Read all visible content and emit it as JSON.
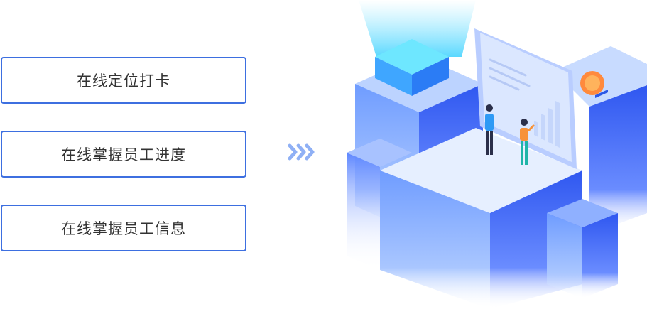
{
  "features": [
    {
      "label": "在线定位打卡"
    },
    {
      "label": "在线掌握员工进度"
    },
    {
      "label": "在线掌握员工信息"
    }
  ],
  "icons": {
    "arrow": "triple-chevron-right-icon",
    "illustration": "isometric-office-platform"
  },
  "colors": {
    "accent": "#3d6fe0",
    "arrow": "#8fb0f5",
    "text": "#333333"
  }
}
